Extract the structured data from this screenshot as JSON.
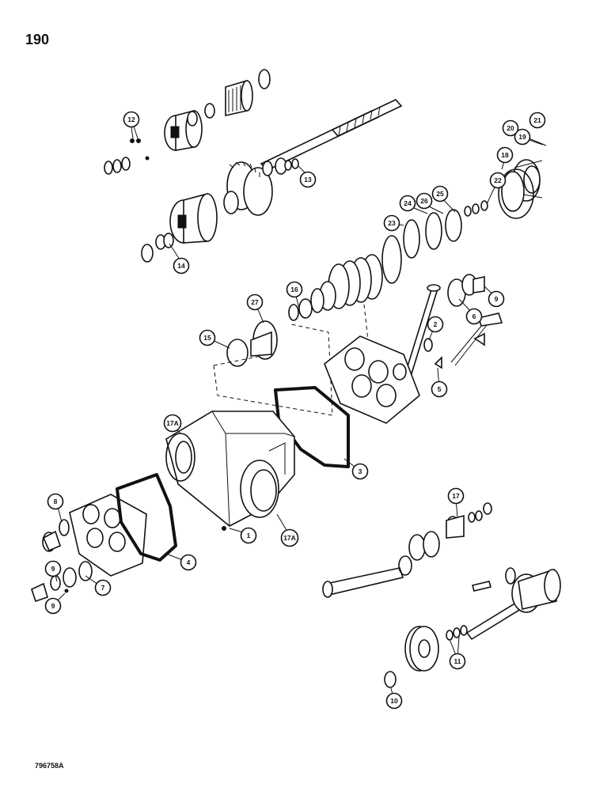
{
  "page": {
    "number": "190",
    "figure_code": "796758A"
  },
  "callouts": [
    "12",
    "13",
    "14",
    "18",
    "19",
    "20",
    "21",
    "22",
    "23",
    "24",
    "26",
    "25",
    "27",
    "16",
    "15",
    "9",
    "6",
    "2",
    "5",
    "17A",
    "3",
    "8",
    "4",
    "9",
    "7",
    "9",
    "1",
    "17A",
    "17",
    "11",
    "10"
  ]
}
